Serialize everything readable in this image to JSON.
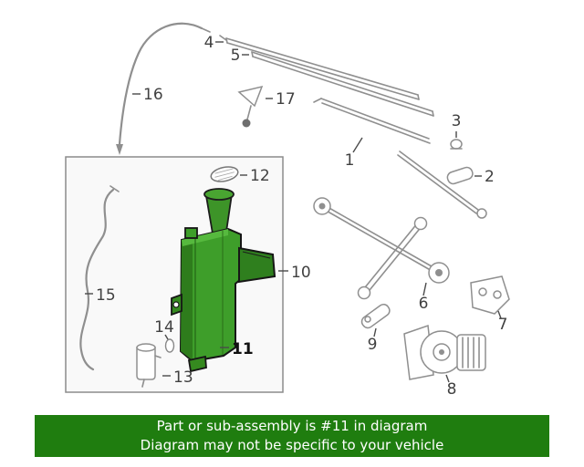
{
  "parts": {
    "p1": "1",
    "p2": "2",
    "p3": "3",
    "p4": "4",
    "p5": "5",
    "p6": "6",
    "p7": "7",
    "p8": "8",
    "p9": "9",
    "p10": "10",
    "p11": "11",
    "p12": "12",
    "p13": "13",
    "p14": "14",
    "p15": "15",
    "p16": "16",
    "p17": "17"
  },
  "highlight": {
    "part_number": "11"
  },
  "banner": {
    "line1": "Part or sub-assembly is #11 in diagram",
    "line2": "Diagram may not be specific to your vehicle"
  },
  "colors": {
    "highlight_green": "#3e9e2a",
    "highlight_green_dark": "#2e7c1c",
    "banner_green": "#1f7d0f",
    "line_gray": "#8f8f8f",
    "label_gray": "#404040"
  }
}
